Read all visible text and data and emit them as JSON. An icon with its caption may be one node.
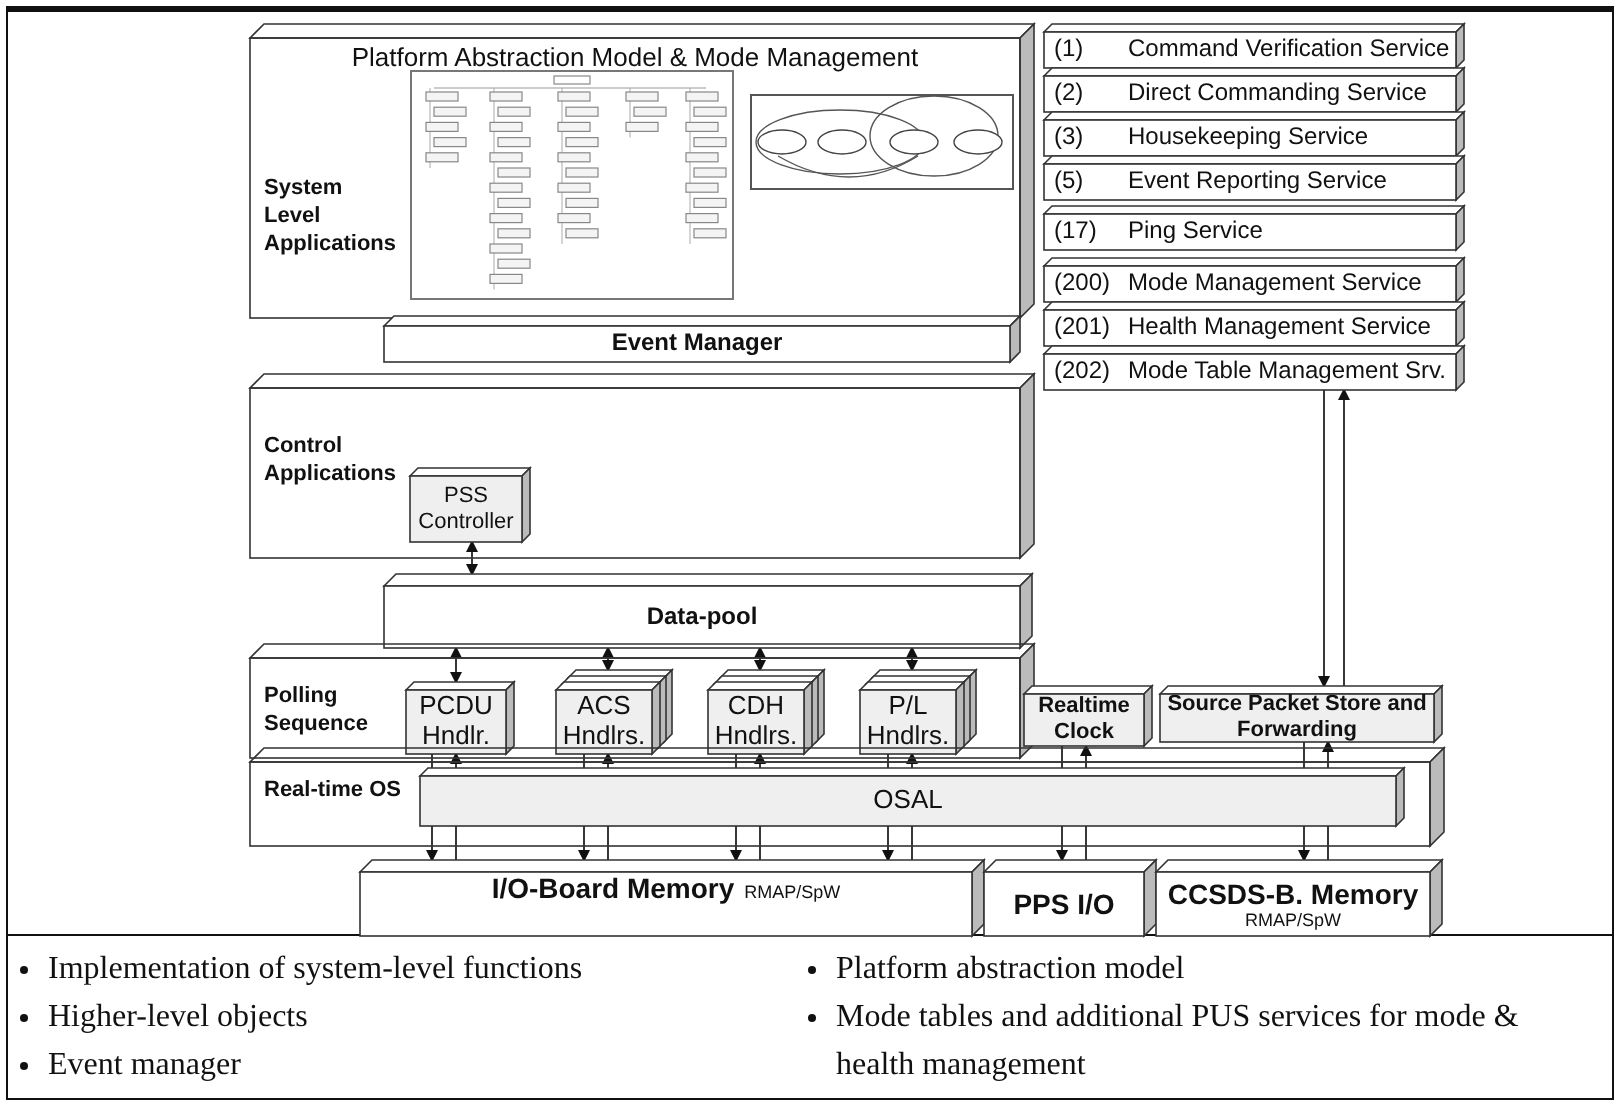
{
  "diagram": {
    "nodes": [
      {
        "text": [
          "Platform Abstraction Model & Mode Management",
          "System Level Applications"
        ]
      },
      {
        "text": [
          "(1)",
          "Command Verification Service"
        ]
      },
      {
        "text": [
          "(2)",
          "Direct Commanding Service"
        ]
      },
      {
        "text": [
          "(3)",
          "Housekeeping Service"
        ]
      },
      {
        "text": [
          "(5)",
          "Event Reporting Service"
        ]
      },
      {
        "text": [
          "(17)",
          "Ping Service"
        ]
      },
      {
        "text": [
          "(200)",
          "Mode Management Service"
        ]
      },
      {
        "text": [
          "(201)",
          "Health Management Service"
        ]
      },
      {
        "text": [
          "(202)",
          "Mode Table Management Srv."
        ]
      },
      {
        "text": [
          "Event Manager"
        ]
      },
      {
        "text": [
          "Control Applications"
        ]
      },
      {
        "text": [
          "PSS Controller"
        ],
        "in": 10
      },
      {
        "text": [
          "Data-pool"
        ]
      },
      {
        "text": [
          "Polling Sequence"
        ]
      },
      {
        "text": [
          "PCDU Hndlr."
        ],
        "in": 13
      },
      {
        "text": [
          "ACS Hndlrs."
        ],
        "in": 13
      },
      {
        "text": [
          "CDH Hndlrs."
        ],
        "in": 13
      },
      {
        "text": [
          "P/L Hndlrs."
        ],
        "in": 13
      },
      {
        "text": [
          "Realtime Clock"
        ]
      },
      {
        "text": [
          "Source Packet Store and Forwarding"
        ]
      },
      {
        "text": [
          "Real-time OS"
        ]
      },
      {
        "text": [
          "OSAL"
        ],
        "in": 20
      },
      {
        "text": [
          "I/O-Board Memory",
          "RMAP/SpW"
        ]
      },
      {
        "text": [
          "PPS I/O"
        ]
      },
      {
        "text": [
          "CCSDS-B. Memory",
          "RMAP/SpW"
        ]
      }
    ],
    "edges": [
      {
        "from": 11,
        "to": 12,
        "arrow": "both"
      },
      {
        "from": 12,
        "to": 14,
        "arrow": "both"
      },
      {
        "from": 12,
        "to": 15,
        "arrow": "both"
      },
      {
        "from": 12,
        "to": 16,
        "arrow": "both"
      },
      {
        "from": 12,
        "to": 17,
        "arrow": "both"
      },
      {
        "from": 14,
        "to": 21,
        "arrow": "none"
      },
      {
        "from": 21,
        "to": 22,
        "arrow": "to"
      },
      {
        "from": 22,
        "to": 21,
        "arrow": "none"
      },
      {
        "from": 21,
        "to": 14,
        "arrow": "to"
      },
      {
        "from": 15,
        "to": 21,
        "arrow": "none"
      },
      {
        "from": 21,
        "to": 22,
        "arrow": "to"
      },
      {
        "from": 22,
        "to": 21,
        "arrow": "none"
      },
      {
        "from": 21,
        "to": 15,
        "arrow": "to"
      },
      {
        "from": 16,
        "to": 21,
        "arrow": "none"
      },
      {
        "from": 21,
        "to": 22,
        "arrow": "to"
      },
      {
        "from": 22,
        "to": 21,
        "arrow": "none"
      },
      {
        "from": 21,
        "to": 16,
        "arrow": "to"
      },
      {
        "from": 17,
        "to": 21,
        "arrow": "none"
      },
      {
        "from": 21,
        "to": 22,
        "arrow": "to"
      },
      {
        "from": 22,
        "to": 21,
        "arrow": "none"
      },
      {
        "from": 21,
        "to": 17,
        "arrow": "to"
      },
      {
        "from": 18,
        "to": 21,
        "arrow": "none"
      },
      {
        "from": 21,
        "to": 23,
        "arrow": "to"
      },
      {
        "from": 23,
        "to": 21,
        "arrow": "none"
      },
      {
        "from": 21,
        "to": 18,
        "arrow": "to"
      },
      {
        "from": 19,
        "to": 21,
        "arrow": "none"
      },
      {
        "from": 21,
        "to": 24,
        "arrow": "to"
      },
      {
        "from": 24,
        "to": 21,
        "arrow": "none"
      },
      {
        "from": 21,
        "to": 19,
        "arrow": "to"
      },
      {
        "from": 8,
        "to": 19,
        "arrow": "to"
      },
      {
        "from": 19,
        "to": 8,
        "arrow": "to"
      }
    ],
    "labels": [
      "Implementation of system-level functions",
      "Higher-level objects",
      "Event manager",
      "Platform abstraction model",
      "Mode tables and additional PUS services for mode & health management"
    ]
  }
}
